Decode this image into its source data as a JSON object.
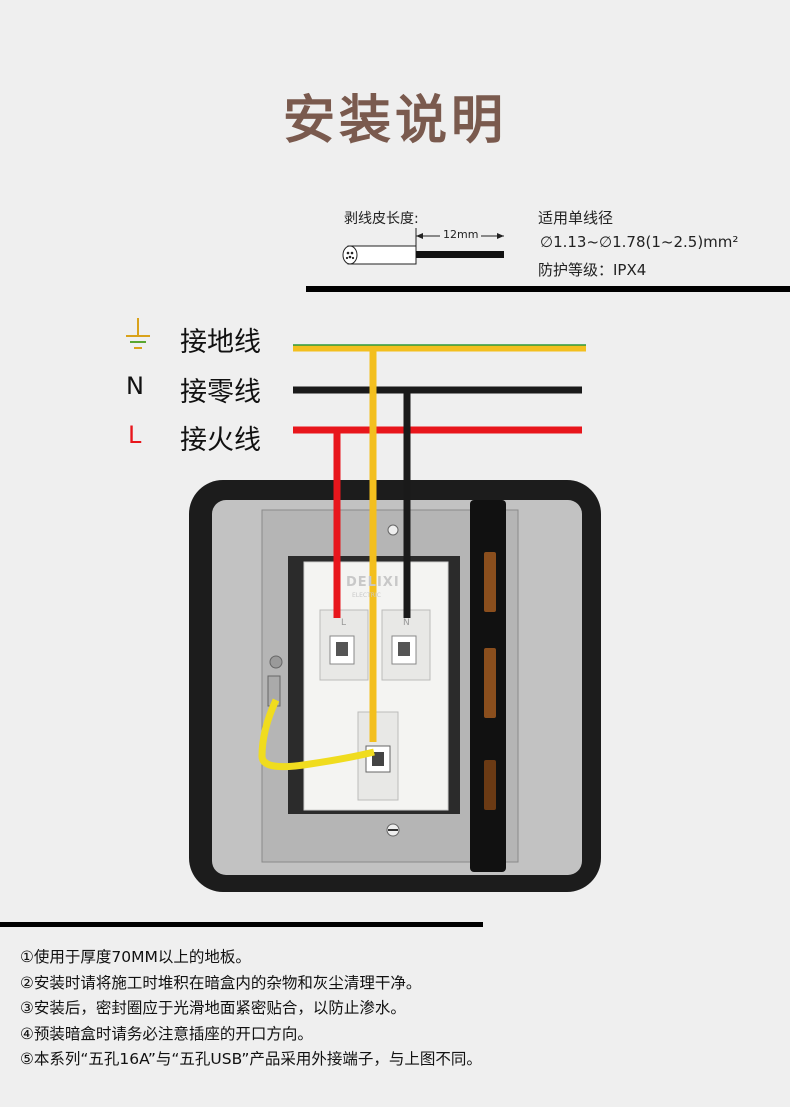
{
  "title": "安装说明",
  "strip_length_label": "剥线皮长度:",
  "strip_length_value": "12mm",
  "specs": {
    "heading": "适用单线径",
    "diameter": "∅1.13~∅1.78(1~2.5)mm²",
    "protection": "防护等级：IPX4"
  },
  "wires": [
    {
      "symbol": "ground-symbol",
      "label": "接地线",
      "color": "#f3bf1e"
    },
    {
      "symbol": "N",
      "label": "接零线",
      "color": "#1a1a1a"
    },
    {
      "symbol": "L",
      "label": "接火线",
      "color": "#e8161c"
    }
  ],
  "device": {
    "brand": "DELIXI",
    "brand_sub": "ELECTRIC",
    "terminal_l": "L",
    "terminal_n": "N"
  },
  "notes": [
    "①使用于厚度70MM以上的地板。",
    "②安装时请将施工时堆积在暗盒内的杂物和灰尘清理干净。",
    "③安装后，密封圈应于光滑地面紧密贴合，以防止渗水。",
    "④预装暗盒时请务必注意插座的开口方向。",
    "⑤本系列“五孔16A”与“五孔USB”产品采用外接端子，与上图不同。"
  ]
}
